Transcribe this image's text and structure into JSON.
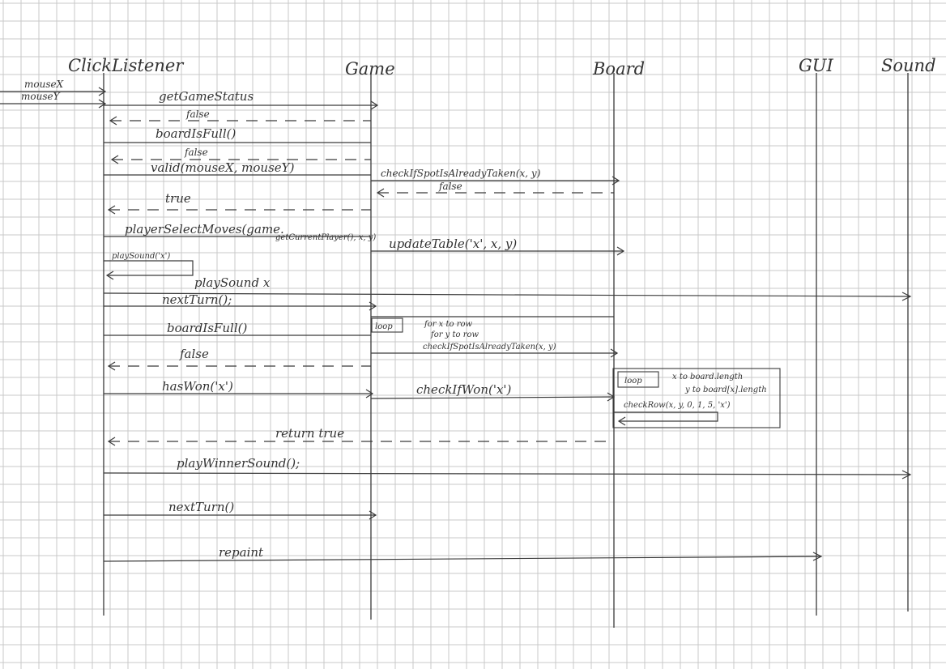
{
  "lifelines": [
    {
      "id": "click",
      "label": "ClickListener"
    },
    {
      "id": "game",
      "label": "Game"
    },
    {
      "id": "board",
      "label": "Board"
    },
    {
      "id": "gui",
      "label": "GUI"
    },
    {
      "id": "sound",
      "label": "Sound"
    }
  ],
  "inputs": [
    "mouseX",
    "mouseY"
  ],
  "messages": [
    {
      "id": "getGameStatus",
      "text": "getGameStatus"
    },
    {
      "id": "ret-false-1",
      "text": "false"
    },
    {
      "id": "boardIsFull-1",
      "text": "boardIsFull()"
    },
    {
      "id": "ret-false-2",
      "text": "false"
    },
    {
      "id": "valid",
      "text": "valid(mouseX, mouseY)"
    },
    {
      "id": "checkSpot-1",
      "text": "checkIfSpotIsAlreadyTaken(x, y)"
    },
    {
      "id": "ret-false-3",
      "text": "false"
    },
    {
      "id": "ret-true-1",
      "text": "true"
    },
    {
      "id": "playerSelectMoves",
      "text": "playerSelectMoves(game.",
      "text2": "getCurrentPlayer(), x, y)"
    },
    {
      "id": "updateTable",
      "text": "updateTable('x', x, y)"
    },
    {
      "id": "playSound-self",
      "text": "playSound('x')"
    },
    {
      "id": "playSound",
      "text": "playSound x"
    },
    {
      "id": "nextTurn-1",
      "text": "nextTurn();"
    },
    {
      "id": "boardIsFull-2",
      "text": "boardIsFull()"
    },
    {
      "id": "ret-false-4",
      "text": "false"
    },
    {
      "id": "checkSpot-2",
      "text": "checkIfSpotIsAlreadyTaken(x, y)"
    },
    {
      "id": "hasWon",
      "text": "hasWon('x')"
    },
    {
      "id": "checkIfWon",
      "text": "checkIfWon('x')"
    },
    {
      "id": "checkRow",
      "text": "checkRow(x, y, 0, 1, 5, 'x')"
    },
    {
      "id": "ret-true-2",
      "text": "return true"
    },
    {
      "id": "playWinnerSound",
      "text": "playWinnerSound();"
    },
    {
      "id": "nextTurn-2",
      "text": "nextTurn()"
    },
    {
      "id": "repaint",
      "text": "repaint"
    }
  ],
  "fragments": [
    {
      "id": "loop-1",
      "tag": "loop",
      "lines": [
        "for x to row",
        "for y to row"
      ]
    },
    {
      "id": "loop-2",
      "tag": "loop",
      "lines": [
        "x to board.length",
        "y to board[x].length"
      ]
    }
  ]
}
